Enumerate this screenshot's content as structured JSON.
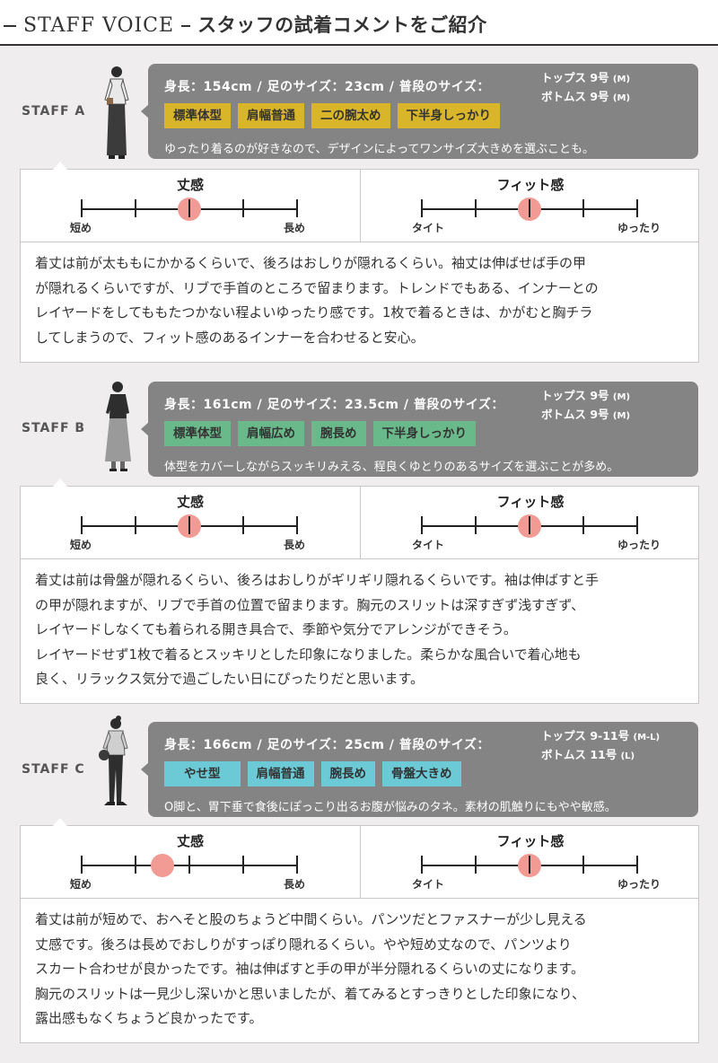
{
  "header": {
    "title_en": "STAFF VOICE",
    "title_jp": "スタッフの試着コメントをご紹介"
  },
  "colors": {
    "tag_yellow": "#d9b52a",
    "tag_green": "#6ab98a",
    "tag_blue": "#6ccad6",
    "marker": "#f29a94",
    "info_bg": "#848484"
  },
  "staff": [
    {
      "label": "STAFF A",
      "spec": "身長：154cm / 足のサイズ：23cm / 普段のサイズ：",
      "tops": "トップス 9号",
      "tops_note": "(M)",
      "bottoms": "ボトムス 9号",
      "bottoms_note": "(M)",
      "tags": [
        "標準体型",
        "肩幅普通",
        "二の腕太め",
        "下半身しっかり"
      ],
      "tag_color": "#d9b52a",
      "desc": "ゆったり着るのが好きなので、デザインによってワンサイズ大きめを選ぶことも。",
      "length": {
        "title": "丈感",
        "left": "短め",
        "right": "長め",
        "position": 0.5
      },
      "fit": {
        "title": "フィット感",
        "left": "タイト",
        "right": "ゆったり",
        "position": 0.5
      },
      "comment": [
        "着丈は前が太ももにかかるくらいで、後ろはおしりが隠れるくらい。袖丈は伸ばせば手の甲",
        "が隠れるくらいですが、リブで手首のところで留まります。トレンドでもある、インナーとの",
        "レイヤードをしてももたつかない程よいゆったり感です。1枚で着るときは、かがむと胸チラ",
        "してしまうので、フィット感のあるインナーを合わせると安心。"
      ]
    },
    {
      "label": "STAFF B",
      "spec": "身長：161cm / 足のサイズ：23.5cm / 普段のサイズ：",
      "tops": "トップス 9号",
      "tops_note": "(M)",
      "bottoms": "ボトムス 9号",
      "bottoms_note": "(M)",
      "tags": [
        "標準体型",
        "肩幅広め",
        "腕長め",
        "下半身しっかり"
      ],
      "tag_color": "#6ab98a",
      "desc": "体型をカバーしながらスッキリみえる、程良くゆとりのあるサイズを選ぶことが多め。",
      "length": {
        "title": "丈感",
        "left": "短め",
        "right": "長め",
        "position": 0.5
      },
      "fit": {
        "title": "フィット感",
        "left": "タイト",
        "right": "ゆったり",
        "position": 0.5
      },
      "comment": [
        "着丈は前は骨盤が隠れるくらい、後ろはおしりがギリギリ隠れるくらいです。袖は伸ばすと手",
        "の甲が隠れますが、リブで手首の位置で留まります。胸元のスリットは深すぎず浅すぎず、",
        "レイヤードしなくても着られる開き具合で、季節や気分でアレンジができそう。",
        "レイヤードせず1枚で着るとスッキリとした印象になりました。柔らかな風合いで着心地も",
        "良く、リラックス気分で過ごしたい日にぴったりだと思います。"
      ]
    },
    {
      "label": "STAFF C",
      "spec": "身長：166cm / 足のサイズ：25cm / 普段のサイズ：",
      "tops": "トップス 9-11号",
      "tops_note": "(M-L)",
      "bottoms": "ボトムス 11号",
      "bottoms_note": "(L)",
      "tags": [
        "やせ型",
        "肩幅普通",
        "腕長め",
        "骨盤大きめ"
      ],
      "tag_color": "#6ccad6",
      "desc": "O脚と、胃下垂で食後にぽっこり出るお腹が悩みのタネ。素材の肌触りにもやや敏感。",
      "length": {
        "title": "丈感",
        "left": "短め",
        "right": "長め",
        "position": 0.375
      },
      "fit": {
        "title": "フィット感",
        "left": "タイト",
        "right": "ゆったり",
        "position": 0.5
      },
      "comment": [
        "着丈は前が短めで、おへそと股のちょうど中間くらい。パンツだとファスナーが少し見える",
        "丈感です。後ろは長めでおしりがすっぽり隠れるくらい。やや短め丈なので、パンツより",
        "スカート合わせが良かったです。袖は伸ばすと手の甲が半分隠れるくらいの丈になります。",
        "胸元のスリットは一見少し深いかと思いましたが、着てみるとすっきりとした印象になり、",
        "露出感もなくちょうど良かったです。"
      ]
    }
  ]
}
